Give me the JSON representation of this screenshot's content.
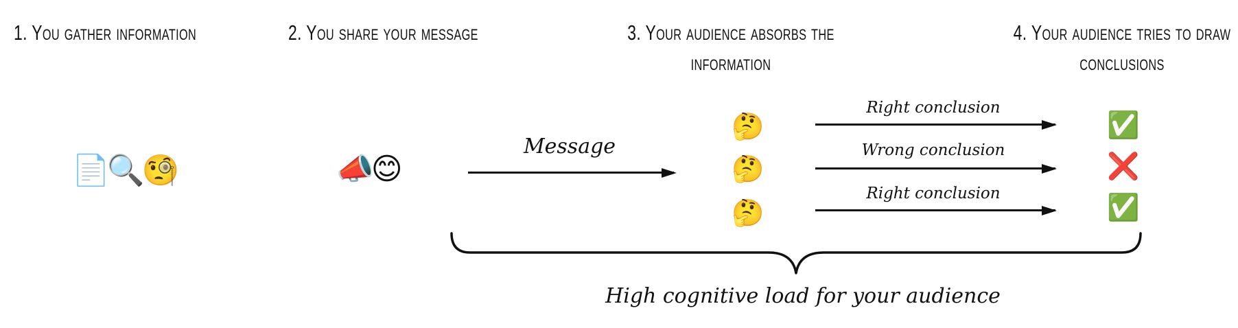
{
  "steps": [
    {
      "label": "1. You gather information"
    },
    {
      "label": "2. You share your message"
    },
    {
      "label_line1": "3. Your audience absorbs the",
      "label_line2": "information"
    },
    {
      "label_line1": "4. Your audience tries to draw",
      "label_line2": "conclusions"
    }
  ],
  "icons": {
    "gather": "📄🔍🧐",
    "share": "📣😊",
    "thinking": "🤔",
    "correct": "✅",
    "wrong": "❌"
  },
  "message_label": "Message",
  "conclusions": [
    {
      "label": "Right conclusion",
      "result": "correct"
    },
    {
      "label": "Wrong conclusion",
      "result": "wrong"
    },
    {
      "label": "Right conclusion",
      "result": "correct"
    }
  ],
  "brace_label": "High cognitive load for your audience"
}
